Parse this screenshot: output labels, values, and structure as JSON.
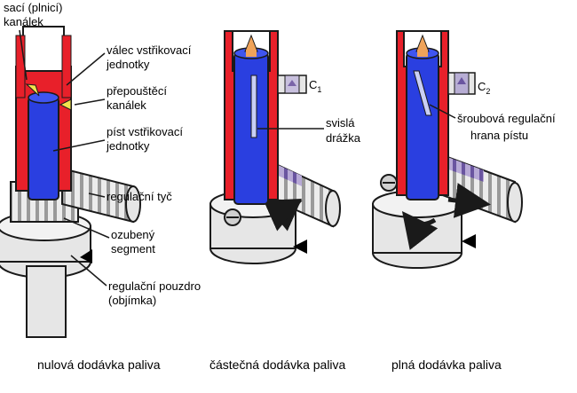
{
  "labels": {
    "saci_line1": "sací (plnicí)",
    "saci_line2": "kanálek",
    "valec_line1": "válec vstřikovací",
    "valec_line2": "jednotky",
    "prepousteci_line1": "přepouštěcí",
    "prepousteci_line2": "kanálek",
    "pist_line1": "píst vstřikovací",
    "pist_line2": "jednotky",
    "regulacni_tyc": "regulační tyč",
    "ozubeny_line1": "ozubený",
    "ozubeny_line2": "segment",
    "pouzdro_line1": "regulační pouzdro",
    "pouzdro_line2": "(objímka)",
    "svisla_line1": "svislá",
    "svisla_line2": "drážka",
    "sroubova_line1": "šroubová regulační",
    "sroubova_line2": "hrana pístu",
    "c1_letter": "C",
    "c1_sub": "1",
    "c2_letter": "C",
    "c2_sub": "2"
  },
  "captions": {
    "zero": "nulová dodávka paliva",
    "partial": "částečná dodávka paliva",
    "full": "plná dodávka paliva"
  },
  "colors": {
    "cylinder_red": "#e8202a",
    "piston_blue": "#2a3fe0",
    "metal": "#e6e6e6",
    "line": "#1a1a1a",
    "rack_purple": "#7a64a8",
    "arrow_orange": "#f0a35a",
    "arrow_yellow": "#f2e24c",
    "arrow_grey": "#9a9a9a"
  }
}
